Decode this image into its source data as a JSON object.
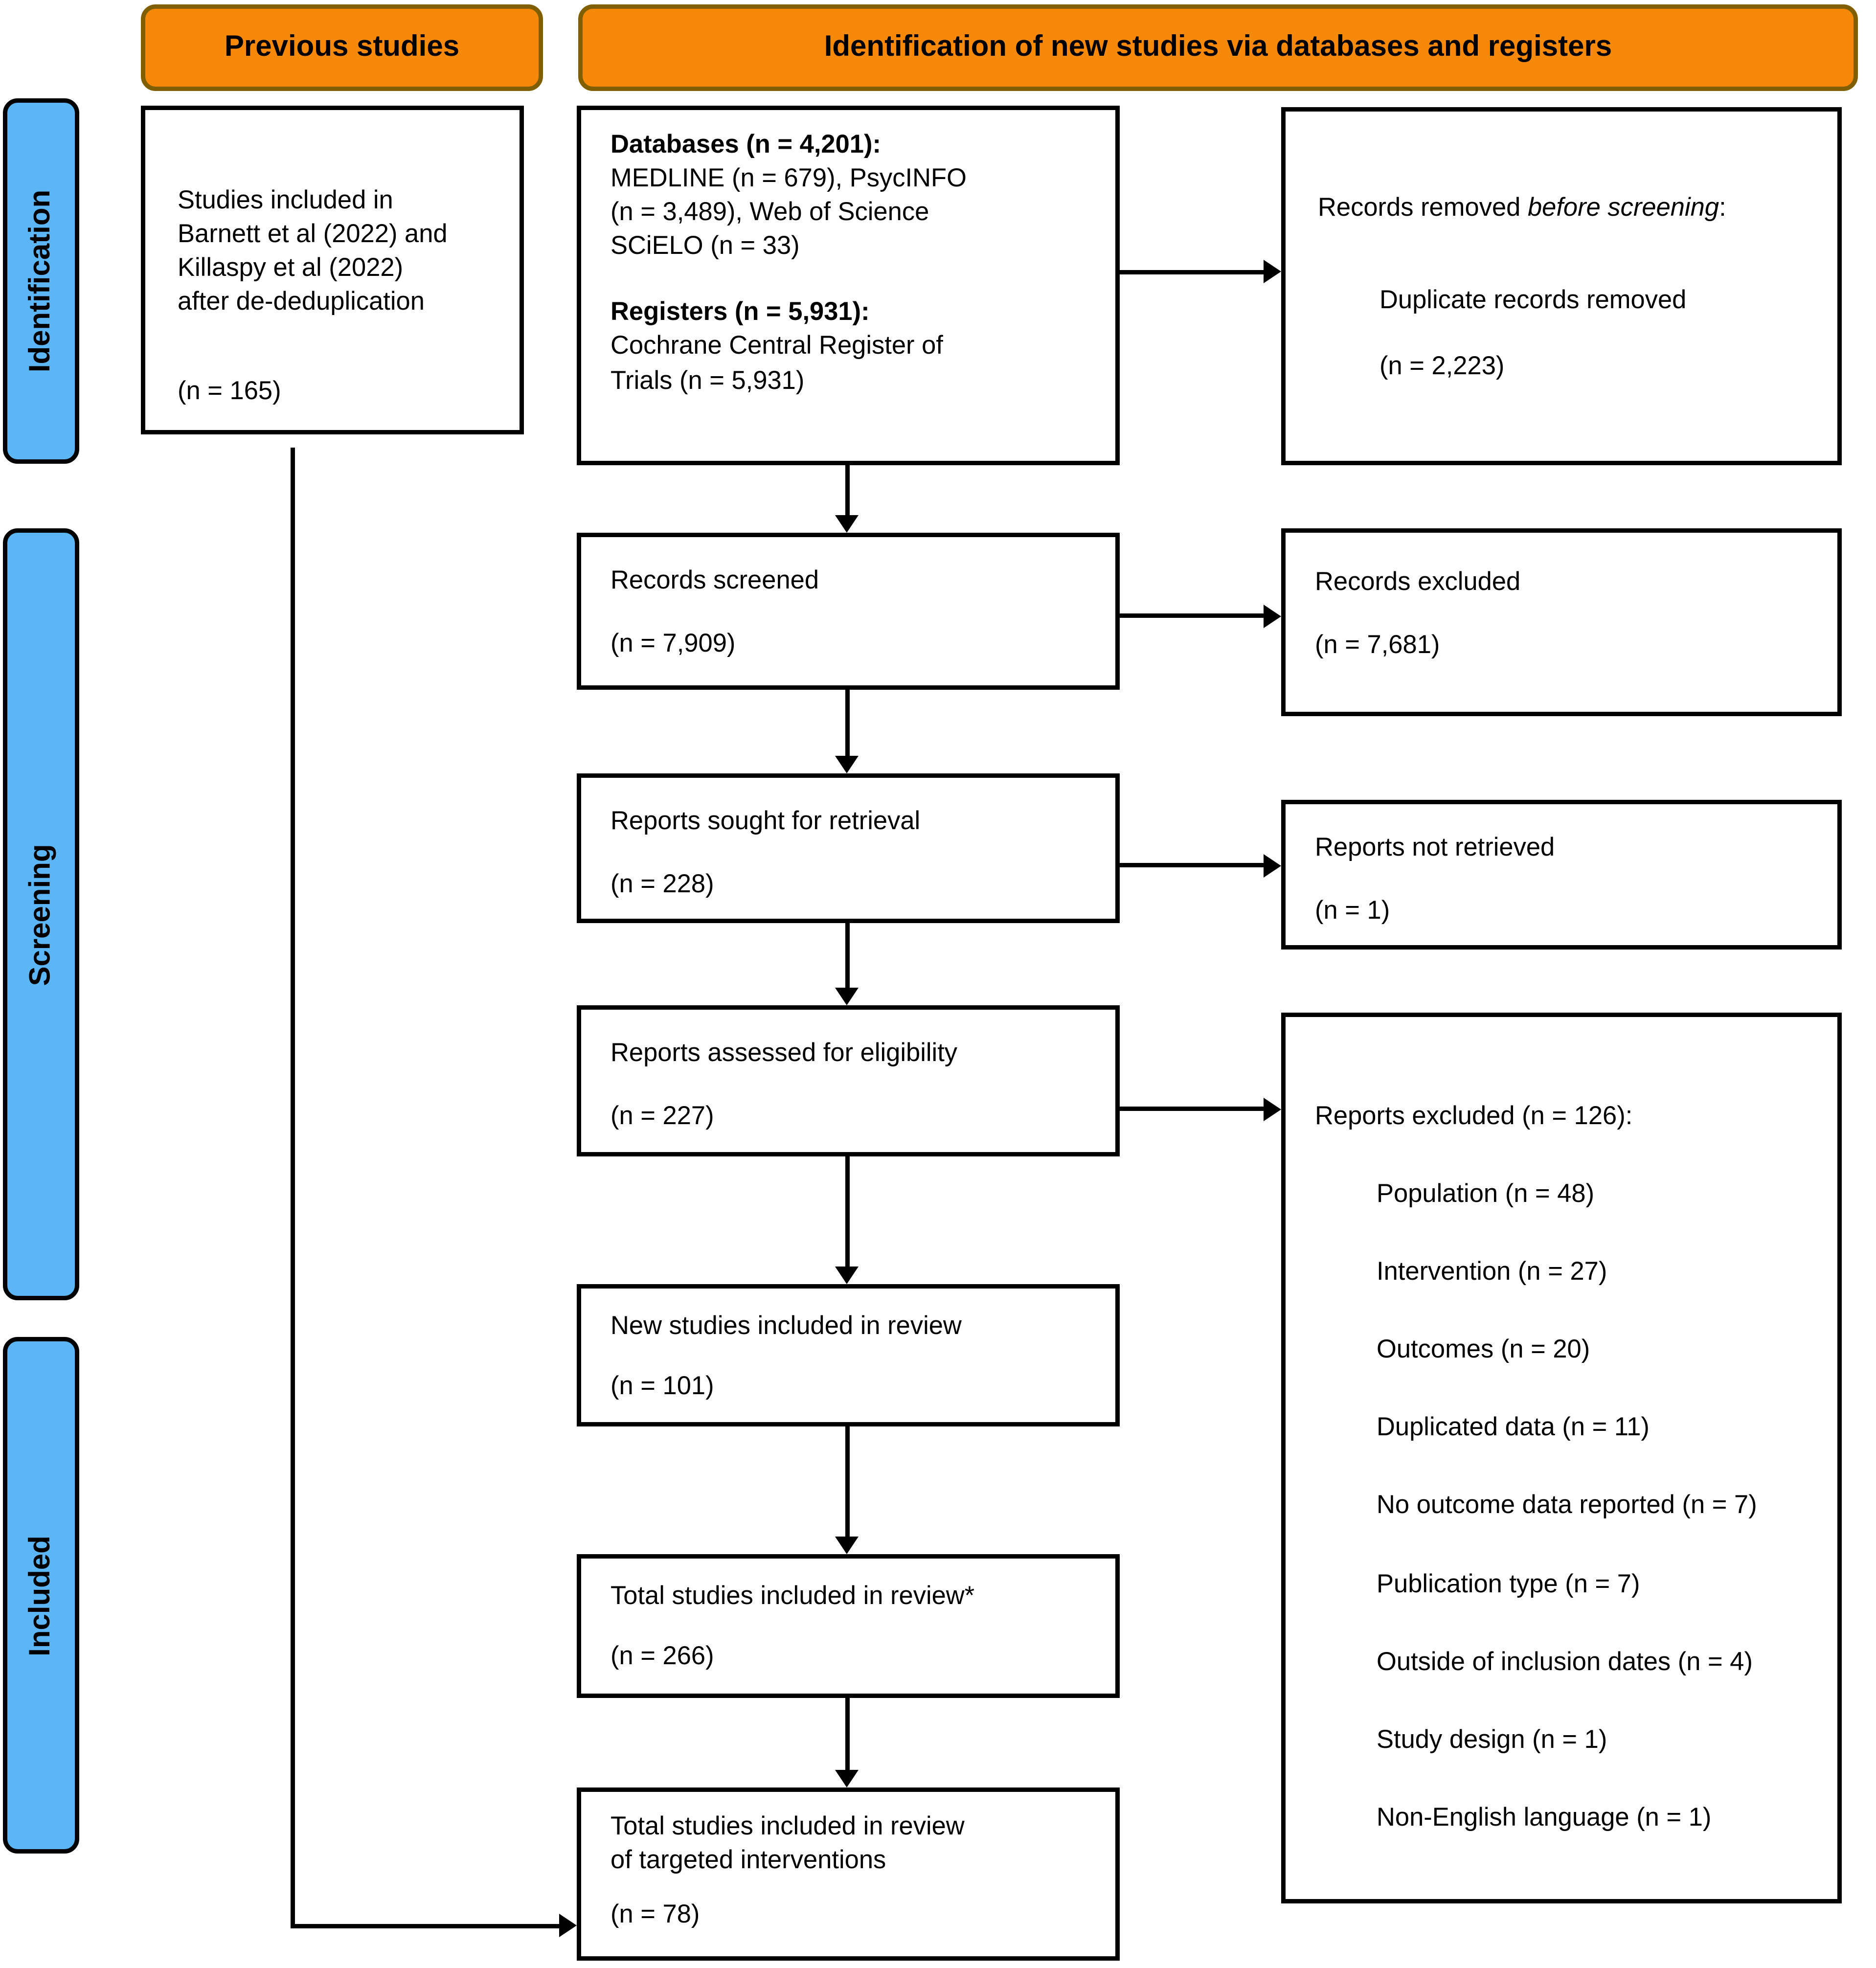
{
  "colors": {
    "orange": "#F7890A",
    "orange_border": "#7F5F00",
    "blue": "#5CB6F6",
    "line_black": "#000000"
  },
  "headers": {
    "previous_studies": "Previous studies",
    "identification_new": "Identification of new studies via databases and registers"
  },
  "sidebar": {
    "identification": "Identification",
    "screening": "Screening",
    "included": "Included"
  },
  "previous_studies_box": {
    "lines": [
      "Studies included in",
      "Barnett et al (2022) and",
      "Killaspy et al (2022)",
      "after de-deduplication"
    ],
    "count": "(n = 165)"
  },
  "databases_box": {
    "databases_heading": "Databases (n = 4,201):",
    "databases_lines": [
      "MEDLINE (n = 679), PsycINFO",
      "(n = 3,489), Web of Science",
      "SCiELO (n = 33)"
    ],
    "registers_heading": "Registers (n = 5,931):",
    "registers_lines": [
      "Cochrane Central Register of",
      "Trials (n = 5,931)"
    ]
  },
  "records_removed_box": {
    "heading_prefix": "Records removed ",
    "heading_italic": "before screening",
    "heading_suffix": ":",
    "item": "Duplicate records removed",
    "count": "(n = 2,223)"
  },
  "records_screened_box": {
    "label": "Records screened",
    "count": "(n = 7,909)"
  },
  "records_excluded_box": {
    "label": "Records excluded",
    "count": "(n = 7,681)"
  },
  "reports_sought_box": {
    "label": "Reports sought for retrieval",
    "count": "(n = 228)"
  },
  "reports_not_retrieved_box": {
    "label": "Reports not retrieved",
    "count": "(n = 1)"
  },
  "reports_assessed_box": {
    "label": "Reports assessed for eligibility",
    "count": "(n = 227)"
  },
  "reports_excluded_box": {
    "heading": "Reports excluded (n = 126):",
    "items": [
      "Population (n = 48)",
      "Intervention (n = 27)",
      "Outcomes (n = 20)",
      "Duplicated data (n = 11)",
      "No outcome data reported (n = 7)",
      "Publication type (n = 7)",
      "Outside of inclusion dates (n = 4)",
      "Study design (n = 1)",
      "Non-English language (n = 1)"
    ]
  },
  "new_studies_box": {
    "label": "New studies included in review",
    "count": "(n = 101)"
  },
  "total_review_box": {
    "label": "Total studies included in review*",
    "count": "(n = 266)"
  },
  "total_targeted_box": {
    "lines": [
      "Total studies included in review",
      "of targeted interventions"
    ],
    "count": "(n = 78)"
  }
}
